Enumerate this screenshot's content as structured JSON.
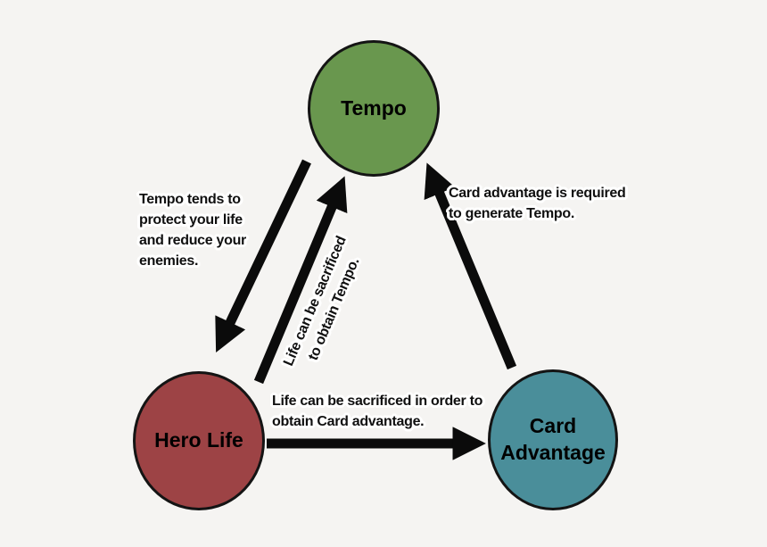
{
  "colors": {
    "background": "#f5f4f2",
    "arrow": "#0b0b0b",
    "node_border": "#141414",
    "text": "#101010",
    "outline": "#ffffff"
  },
  "nodes": {
    "tempo": {
      "label": "Tempo",
      "color": "#69974e"
    },
    "hero_life": {
      "label": "Hero Life",
      "color": "#9d4345"
    },
    "card_advantage": {
      "label": "Card Advantage",
      "color": "#4a8e9a"
    }
  },
  "edge_labels": {
    "tempo_to_hero_life": {
      "lines": [
        "Tempo tends to",
        "protect your life",
        "and reduce your",
        "enemies."
      ]
    },
    "hero_life_to_tempo": {
      "lines": [
        "Life can be sacrificed",
        "to obtain Tempo."
      ]
    },
    "card_advantage_to_tempo": {
      "lines": [
        "Card advantage is required",
        "to generate Tempo."
      ]
    },
    "hero_life_to_card_advantage": {
      "lines": [
        "Life can be sacrificed in order to",
        "obtain Card advantage."
      ]
    }
  }
}
